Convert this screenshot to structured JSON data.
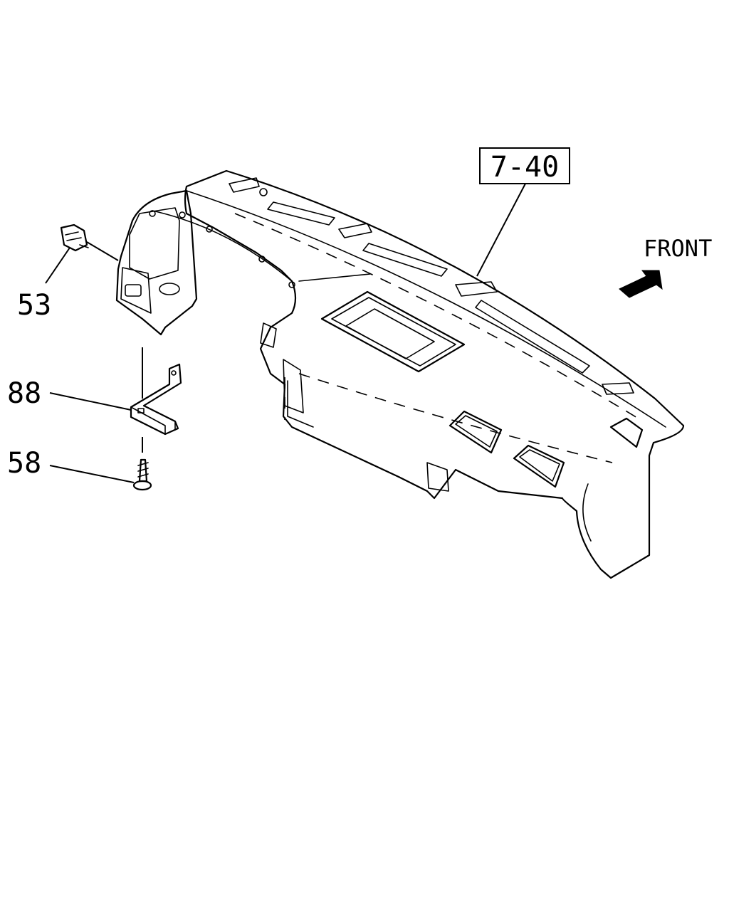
{
  "callouts": {
    "ref_7_40": "7-40",
    "part_53": "53",
    "part_88": "88",
    "part_58": "58"
  },
  "orientation": {
    "front_label": "FRONT"
  },
  "colors": {
    "line": "#000000",
    "background": "#ffffff"
  }
}
